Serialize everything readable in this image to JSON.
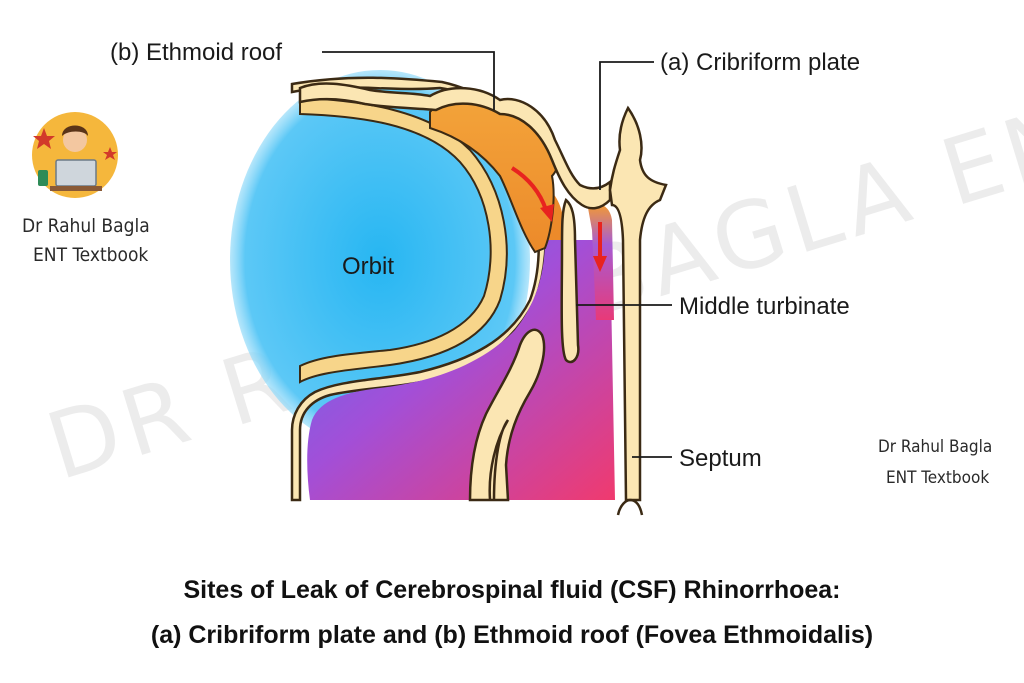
{
  "labels": {
    "ethmoid_roof": "(b) Ethmoid roof",
    "cribriform_plate": "(a) Cribriform plate",
    "orbit": "Orbit",
    "middle_turbinate": "Middle turbinate",
    "septum": "Septum"
  },
  "branding": {
    "author": "Dr Rahul Bagla",
    "book": "ENT Textbook",
    "watermark": "DR RAHUL BAGLA ENT TEXTBOOK"
  },
  "caption": {
    "line1": "Sites of Leak of Cerebrospinal fluid (CSF) Rhinorrhoea:",
    "line2": "(a) Cribriform plate and (b) Ethmoid roof (Fovea Ethmoidalis)"
  },
  "colors": {
    "bone": "#fbe6b3",
    "bone_outline": "#3b2a14",
    "orbit": "#27b6f2",
    "ethmoid": "#f3a33a",
    "nasal_cavity": "#9b4fd6",
    "mucosa": "#ee3a73",
    "arrow": "#e8231f"
  },
  "icons": {
    "leak_arrow": "red-arrow-icon",
    "avatar": "doctor-avatar-icon"
  }
}
